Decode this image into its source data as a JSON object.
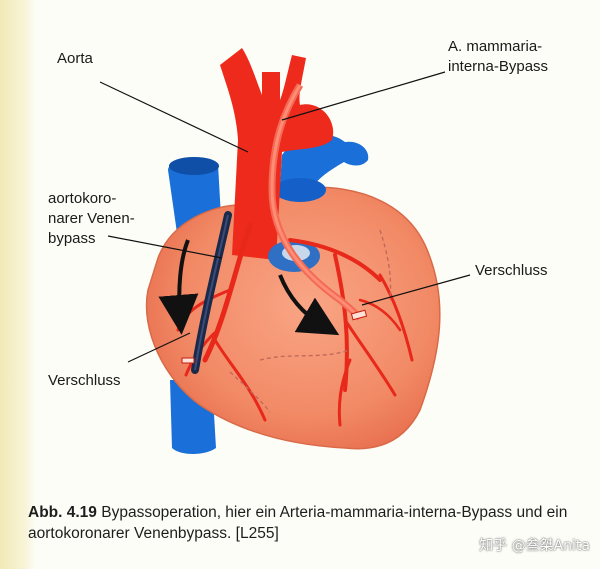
{
  "labels": {
    "aorta": "Aorta",
    "mammaria_line1": "A. mammaria-",
    "mammaria_line2": "interna-Bypass",
    "venen_line1": "aortokoro-",
    "venen_line2": "narer Venen-",
    "venen_line3": "bypass",
    "verschluss_right": "Verschluss",
    "verschluss_left": "Verschluss"
  },
  "caption": {
    "number": "Abb. 4.19",
    "text": "Bypassoperation, hier ein Arteria-mammaria-interna-Bypass und ein aortokoronarer Venenbypass. [L255]"
  },
  "watermark": "知乎 @叁桀Anita",
  "colors": {
    "heart": "#f5906e",
    "artery": "#ee2a1c",
    "vein": "#1a6fd8",
    "graft": "#1c2a4a"
  }
}
